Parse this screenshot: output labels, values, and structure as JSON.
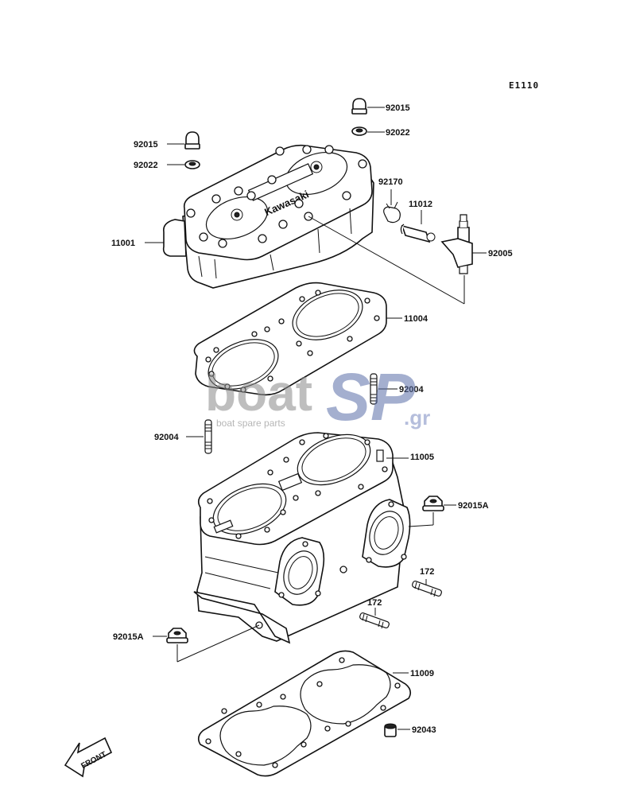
{
  "diagram_code": "E1110",
  "parts": {
    "acorn_nut_right": "92015",
    "washer_right": "92022",
    "acorn_nut_left": "92015",
    "washer_left": "92022",
    "cylinder_head": "11001",
    "clamp": "92170",
    "fitting": "11012",
    "nipple": "92005",
    "head_gasket": "11004",
    "stud_upper": "92004",
    "stud_left": "92004",
    "cylinder": "11005",
    "nut_right": "92015A",
    "stud_172_a": "172",
    "stud_172_b": "172",
    "nut_left": "92015A",
    "base_gasket": "11009",
    "dowel_pin": "92043"
  },
  "head_logo": "Kawasaki",
  "front_label": "FRONT",
  "watermark": {
    "brand_left": "boat",
    "brand_right": "SP",
    "suffix": ".gr",
    "tagline": "boat spare parts"
  }
}
